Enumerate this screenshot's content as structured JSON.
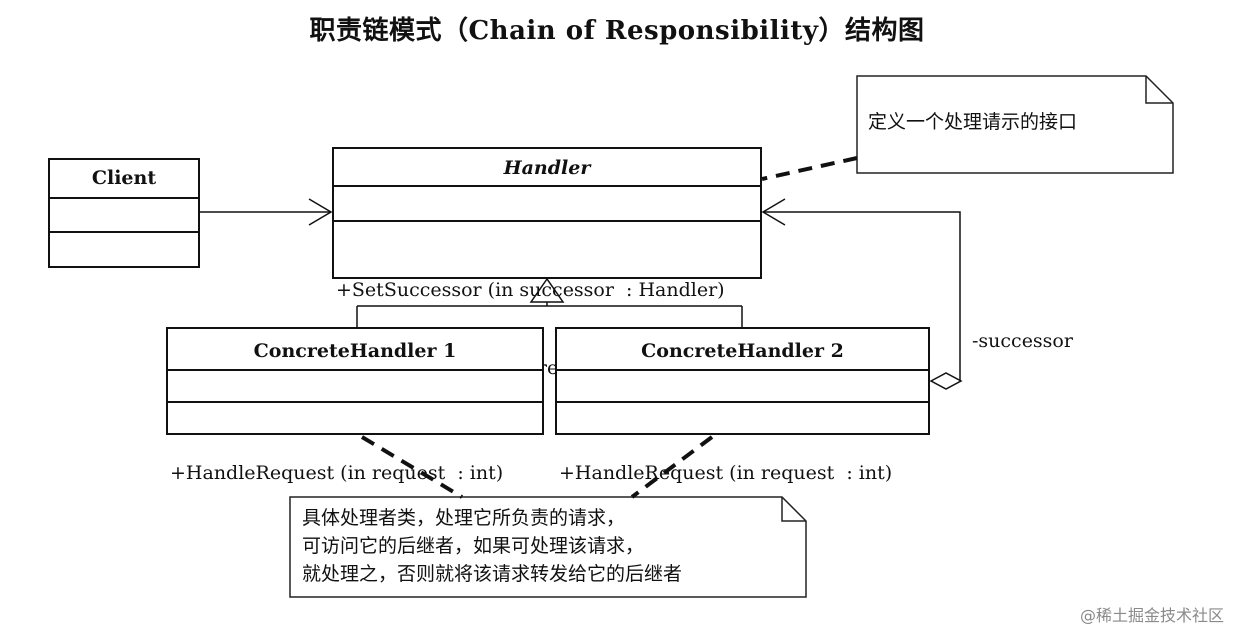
{
  "title": "职责链模式（Chain of Responsibility）结构图",
  "client": {
    "name": "Client"
  },
  "handler": {
    "name": "Handler",
    "operations": [
      "+SetSuccessor (in successor  : Handler)",
      "+HandleRequest (in request  : int)"
    ]
  },
  "concrete_handler_1": {
    "name": "ConcreteHandler 1",
    "operations": [
      "+HandleRequest (in request  : int)"
    ]
  },
  "concrete_handler_2": {
    "name": "ConcreteHandler 2",
    "operations": [
      "+HandleRequest (in request  : int)"
    ]
  },
  "successor_label": "-successor",
  "note_interface": {
    "lines": [
      "定义一个处理请示的接口"
    ]
  },
  "note_concrete": {
    "lines": [
      "具体处理者类，处理它所负责的请求，",
      "可访问它的后继者，如果可处理该请求，",
      "就处理之，否则就将该请求转发给它的后继者"
    ]
  },
  "watermark": "@稀土掘金技术社区"
}
